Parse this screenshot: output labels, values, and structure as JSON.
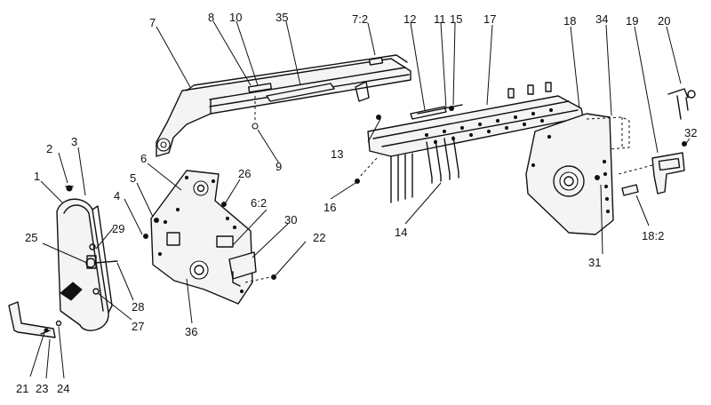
{
  "callouts": [
    {
      "id": "1",
      "text": "1"
    },
    {
      "id": "2",
      "text": "2"
    },
    {
      "id": "3",
      "text": "3"
    },
    {
      "id": "4",
      "text": "4"
    },
    {
      "id": "5",
      "text": "5"
    },
    {
      "id": "6",
      "text": "6"
    },
    {
      "id": "6_2",
      "text": "6:2"
    },
    {
      "id": "7",
      "text": "7"
    },
    {
      "id": "7_2",
      "text": "7:2"
    },
    {
      "id": "8",
      "text": "8"
    },
    {
      "id": "9",
      "text": "9"
    },
    {
      "id": "10",
      "text": "10"
    },
    {
      "id": "11",
      "text": "11"
    },
    {
      "id": "12",
      "text": "12"
    },
    {
      "id": "13",
      "text": "13"
    },
    {
      "id": "14",
      "text": "14"
    },
    {
      "id": "15",
      "text": "15"
    },
    {
      "id": "16",
      "text": "16"
    },
    {
      "id": "17",
      "text": "17"
    },
    {
      "id": "18",
      "text": "18"
    },
    {
      "id": "18_2",
      "text": "18:2"
    },
    {
      "id": "19",
      "text": "19"
    },
    {
      "id": "20",
      "text": "20"
    },
    {
      "id": "21",
      "text": "21"
    },
    {
      "id": "22",
      "text": "22"
    },
    {
      "id": "23",
      "text": "23"
    },
    {
      "id": "24",
      "text": "24"
    },
    {
      "id": "25",
      "text": "25"
    },
    {
      "id": "26",
      "text": "26"
    },
    {
      "id": "27",
      "text": "27"
    },
    {
      "id": "28",
      "text": "28"
    },
    {
      "id": "29",
      "text": "29"
    },
    {
      "id": "30",
      "text": "30"
    },
    {
      "id": "31",
      "text": "31"
    },
    {
      "id": "32",
      "text": "32"
    },
    {
      "id": "34",
      "text": "34"
    },
    {
      "id": "35",
      "text": "35"
    },
    {
      "id": "36",
      "text": "36"
    }
  ]
}
